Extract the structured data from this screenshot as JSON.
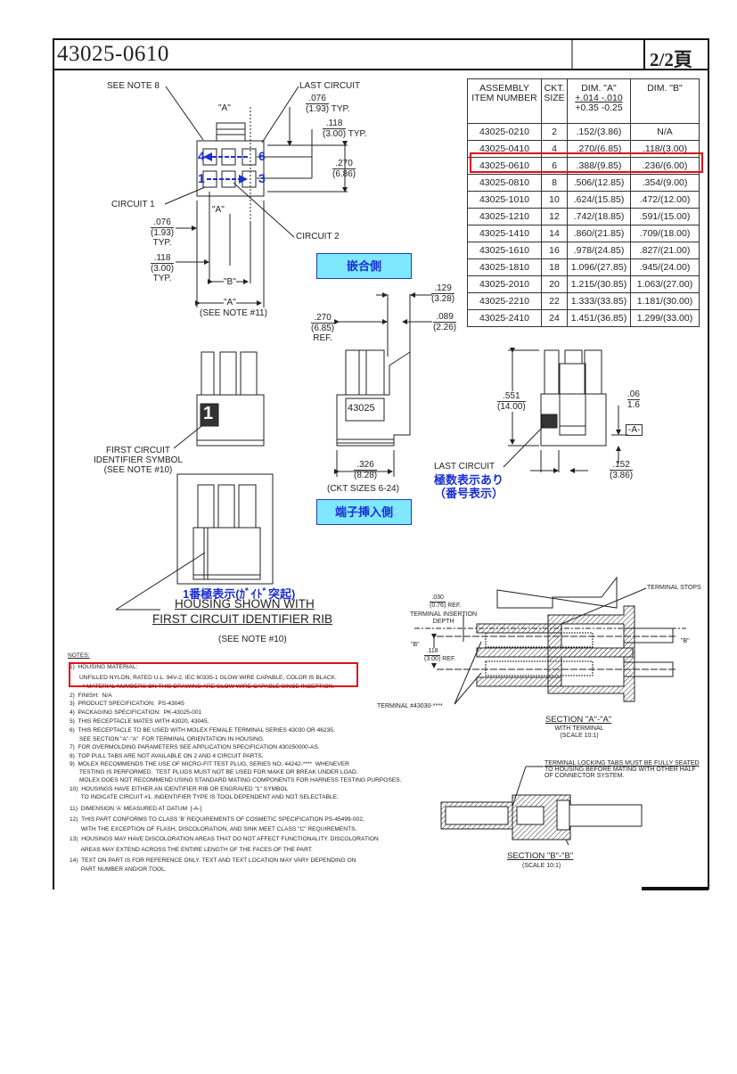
{
  "header": {
    "title": "43025-0610",
    "page": "2/2頁"
  },
  "table": {
    "headers": {
      "item": "ASSEMBLY ITEM NUMBER",
      "ckt": "CKT. SIZE",
      "dim_a": "DIM.    \"A\"",
      "dim_a_tol_in": "+.014 -.010",
      "dim_a_tol_mm": "+0.35 -0.25",
      "dim_b": "DIM.    \"B\""
    },
    "rows": [
      {
        "item": "43025-0210",
        "ckt": "2",
        "a": ".152/(3.86)",
        "b": "N/A"
      },
      {
        "item": "43025-0410",
        "ckt": "4",
        "a": ".270/(6.85)",
        "b": ".118/(3.00)"
      },
      {
        "item": "43025-0610",
        "ckt": "6",
        "a": ".388/(9.85)",
        "b": ".236/(6.00)",
        "highlighted": true
      },
      {
        "item": "43025-0810",
        "ckt": "8",
        "a": ".506/(12.85)",
        "b": ".354/(9.00)"
      },
      {
        "item": "43025-1010",
        "ckt": "10",
        "a": ".624/(15.85)",
        "b": ".472/(12.00)"
      },
      {
        "item": "43025-1210",
        "ckt": "12",
        "a": ".742/(18.85)",
        "b": ".591/(15.00)"
      },
      {
        "item": "43025-1410",
        "ckt": "14",
        "a": ".860/(21.85)",
        "b": ".709/(18.00)"
      },
      {
        "item": "43025-1610",
        "ckt": "16",
        "a": ".978/(24.85)",
        "b": ".827/(21.00)"
      },
      {
        "item": "43025-1810",
        "ckt": "18",
        "a": "1.096/(27.85)",
        "b": ".945/(24.00)"
      },
      {
        "item": "43025-2010",
        "ckt": "20",
        "a": "1.215/(30.85)",
        "b": "1.063/(27.00)"
      },
      {
        "item": "43025-2210",
        "ckt": "22",
        "a": "1.333/(33.85)",
        "b": "1.181/(30.00)"
      },
      {
        "item": "43025-2410",
        "ckt": "24",
        "a": "1.451/(36.85)",
        "b": "1.299/(33.00)"
      }
    ],
    "highlight_color": "#e0101a"
  },
  "front_view": {
    "see_note_8": "SEE NOTE 8",
    "last_circuit": "LAST CIRCUIT",
    "circuit_1": "CIRCUIT 1",
    "circuit_2": "CIRCUIT 2",
    "a_mark": "\"A\"",
    "b_mark": "\"B\"",
    "see_note_11": "(SEE NOTE #11)",
    "d076": ".076",
    "d076mm": "(1.93)",
    "d118": ".118",
    "d118mm": "(3.00)",
    "typ": "TYP.",
    "d270": ".270",
    "d270mm": "(6.86)",
    "pin_labels": {
      "top_left": "4",
      "top_right": "6",
      "bottom_left": "1",
      "bottom_right": "3"
    },
    "arrow_color": "#1a2fd0"
  },
  "jp_labels": {
    "mating_side": "嵌合側",
    "terminal_side": "端子挿入側",
    "pole_marking": "極数表示あり",
    "number_marking": "（番号表示）",
    "first_pole": "1番極表示(ｶﾞｲﾄﾞ突起)",
    "box_color": "#7fe8ff"
  },
  "side_view": {
    "d129": ".129",
    "d129mm": "(3.28)",
    "d089": ".089",
    "d089mm": "(2.26)",
    "d270": ".270",
    "d270mm": "(6.85)",
    "ref": "REF.",
    "part_text": "43025",
    "d326": ".326",
    "d326mm": "(8.28)",
    "ckt_sizes": "(CKT SIZES 6-24)"
  },
  "rear_view": {
    "d551": ".551",
    "d551mm": "(14.00)",
    "d06": ".06",
    "d16": "1.6",
    "datum": "-A-",
    "d152": ".152",
    "d152mm": "(3.86)",
    "last_circuit": "LAST CIRCUIT"
  },
  "iso_view": {
    "id_symbol": "1",
    "first_circuit": "FIRST CIRCUIT",
    "identifier_symbol": "IDENTIFIER SYMBOL",
    "see_note_10": "(SEE NOTE #10)",
    "rib_line1": "HOUSING SHOWN WITH",
    "rib_line2": "FIRST CIRCUIT IDENTIFIER RIB",
    "rib_note": "(SEE NOTE #10)"
  },
  "section_a": {
    "terminal_stops": "TERMINAL STOPS",
    "d030": ".030",
    "d030mm": "(0.76)",
    "ref": "REF.",
    "insertion1": "TERMINAL INSERTION",
    "insertion2": "DEPTH",
    "b_mark": "\"B\"",
    "d118": ".118",
    "d118mm": "(3.00)",
    "terminal": "TERMINAL #43030-****",
    "title": "SECTION \"A\"-\"A\"",
    "sub1": "WITH TERMINAL",
    "sub2": "(SCALE 10:1)"
  },
  "section_b": {
    "note1": "TERMINAL LOCKING TABS MUST BE FULLY SEATED",
    "note2": "TO HOUSING BEFORE MATING WITH OTHER HALF",
    "note3": "OF CONNECTOR SYSTEM.",
    "title": "SECTION \"B\"-\"B\"",
    "sub": "(SCALE 10:1)"
  },
  "notes": {
    "heading": "NOTES:",
    "lines": [
      "1)  HOUSING MATERIAL:",
      "      UNFILLED NYLON, RATED U.L. 94V-2, IEC 60335-1 GLOW WIRE CAPABLE, COLOR IS BLACK.",
      "        * MATERIAL NUMBERS ON THIS DRAWING ARE GLOW WIRE CAPABLE SINCE INCEPTION.",
      "2)  FINISH:  N/A",
      "3)  PRODUCT SPECIFICATION:  PS-43045",
      "4)  PACKAGING SPECIFICATION:  PK-43025-001",
      "5)  THIS RECEPTACLE MATES WITH 43020, 43045.",
      "6)  THIS RECEPTACLE TO BE USED WITH MOLEX FEMALE TERMINAL SERIES 43030 OR 46235.",
      "      SEE SECTION \"A\"-\"A\"  FOR TERMINAL ORIENTATION IN HOUSING.",
      "7)  FOR OVERMOLDING PARAMETERS SEE APPLICATION SPECIFICATION 430250000-AS.",
      "8)  TOP PULL TABS ARE NOT AVAILABLE ON 2 AND 4 CIRCUIT PARTS.",
      "9)  MOLEX RECOMMENDS THE USE OF MICRO-FIT TEST PLUG, SERIES NO. 44242-****  WHENEVER",
      "      TESTING IS PERFORMED.  TEST PLUGS MUST NOT BE USED FOR MAKE OR BREAK UNDER LOAD.",
      "      MOLEX DOES NOT RECOMMEND USING STANDARD MATING COMPONENTS FOR HARNESS TESTING PURPOSES.",
      "10)  HOUSINGS HAVE EITHER AN IDENTIFIER RIB OR ENGRAVED \"1\" SYMBOL",
      "       TO INDICATE CIRCUIT #1. INDENTIFIER TYPE IS TOOL DEPENDENT AND NOT SELECTABLE.",
      "11)  DIMENSION 'A' MEASURED AT DATUM  [-A-]",
      "12)  THIS PART CONFORMS TO CLASS 'B' REQUIREMENTS OF COSMETIC SPECIFICATION PS-45499-002,",
      "       WITH THE EXCEPTION OF FLASH, DISCOLORATION, AND SINK MEET CLASS \"C\" REQUIREMENTS.",
      "13)  HOUSINGS MAY HAVE DISCOLORATION AREAS THAT DO NOT AFFECT FUNCTIONALITY. DISCOLORATION",
      "       AREAS MAY EXTEND ACROSS THE ENTIRE LENGTH OF THE FACES OF THE PART.",
      "14)  TEXT ON PART IS FOR REFERENCE ONLY. TEXT AND TEXT LOCATION MAY VARY DEPENDING ON",
      "       PART NUMBER AND/OR TOOL."
    ]
  }
}
